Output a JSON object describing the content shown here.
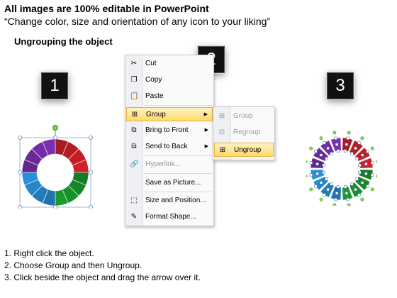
{
  "header": {
    "title": "All images are 100% editable in PowerPoint",
    "subtitle": "“Change color, size and orientation of any icon to your liking”"
  },
  "section_title": "Ungrouping the object",
  "badges": [
    "1",
    "2",
    "3"
  ],
  "ring_colors": [
    "#d0202a",
    "#1a9a2e",
    "#2a8fd6",
    "#7a2fb0"
  ],
  "context_menu": {
    "items": [
      {
        "label": "Cut",
        "icon": "scissors-icon"
      },
      {
        "label": "Copy",
        "icon": "copy-icon"
      },
      {
        "label": "Paste",
        "icon": "paste-icon"
      },
      {
        "label": "Group",
        "icon": "group-icon",
        "highlighted": true,
        "submenu": true
      },
      {
        "label": "Bring to Front",
        "icon": "bring-to-front-icon",
        "submenu": true
      },
      {
        "label": "Send to Back",
        "icon": "send-to-back-icon",
        "submenu": true
      },
      {
        "label": "Hyperlink...",
        "icon": "hyperlink-icon",
        "disabled": true
      },
      {
        "label": "Save as Picture...",
        "icon": ""
      },
      {
        "label": "Size and Position...",
        "icon": "size-position-icon"
      },
      {
        "label": "Format Shape...",
        "icon": "format-shape-icon"
      }
    ]
  },
  "submenu": {
    "items": [
      {
        "label": "Group",
        "icon": "group-icon",
        "disabled": true
      },
      {
        "label": "Regroup",
        "icon": "regroup-icon",
        "disabled": true
      },
      {
        "label": "Ungroup",
        "icon": "ungroup-icon",
        "highlighted": true
      }
    ]
  },
  "instructions": [
    "1.  Right click the object.",
    "2.  Choose Group and then Ungroup.",
    "3.  Click beside the object and drag the arrow over it."
  ]
}
